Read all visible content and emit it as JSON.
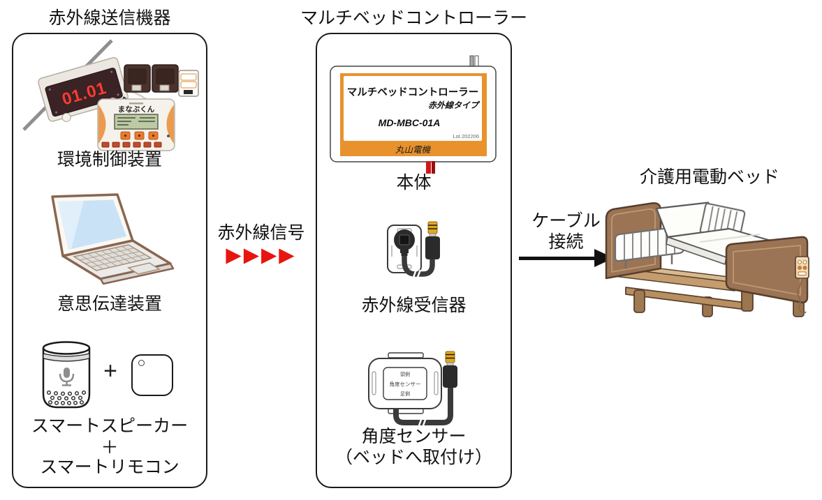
{
  "colors": {
    "accent_orange": "#E8922E",
    "signal_red": "#E8150F",
    "led_red": "#FF3B30",
    "jack_gold": "#E3A81E",
    "wood_brown": "#9B7355",
    "outline_black": "#1A1A1A"
  },
  "left": {
    "title": "赤外線送信機器",
    "env_device": {
      "label": "環境制御装置",
      "led_display": "01.01",
      "unit_name": "まなぶくん"
    },
    "laptop": {
      "label": "意思伝達装置"
    },
    "speaker": {
      "label": "スマートスピーカー",
      "plus": "＋",
      "remote_label": "スマートリモコン",
      "plus_graphic": "+"
    }
  },
  "center": {
    "title": "マルチベッドコントローラー",
    "main_unit": {
      "label": "本体",
      "plate_line1": "マルチベッドコントローラー",
      "plate_line2": "赤外線タイプ",
      "model": "MD-MBC-01A",
      "lot": "Lot.202206",
      "maker": "丸山電機"
    },
    "ir_receiver": {
      "label": "赤外線受信器"
    },
    "angle_sensor": {
      "label_line1": "角度センサー",
      "label_line2": "（ベッドへ取付け）",
      "plate_top": "頭側",
      "plate_mid": "角度センサー",
      "plate_bottom": "足側"
    }
  },
  "connections": {
    "ir_signal": {
      "label": "赤外線信号",
      "arrows": "▶▶▶▶"
    },
    "cable": {
      "label_line1": "ケーブル",
      "label_line2": "接続"
    }
  },
  "bed": {
    "title": "介護用電動ベッド"
  }
}
